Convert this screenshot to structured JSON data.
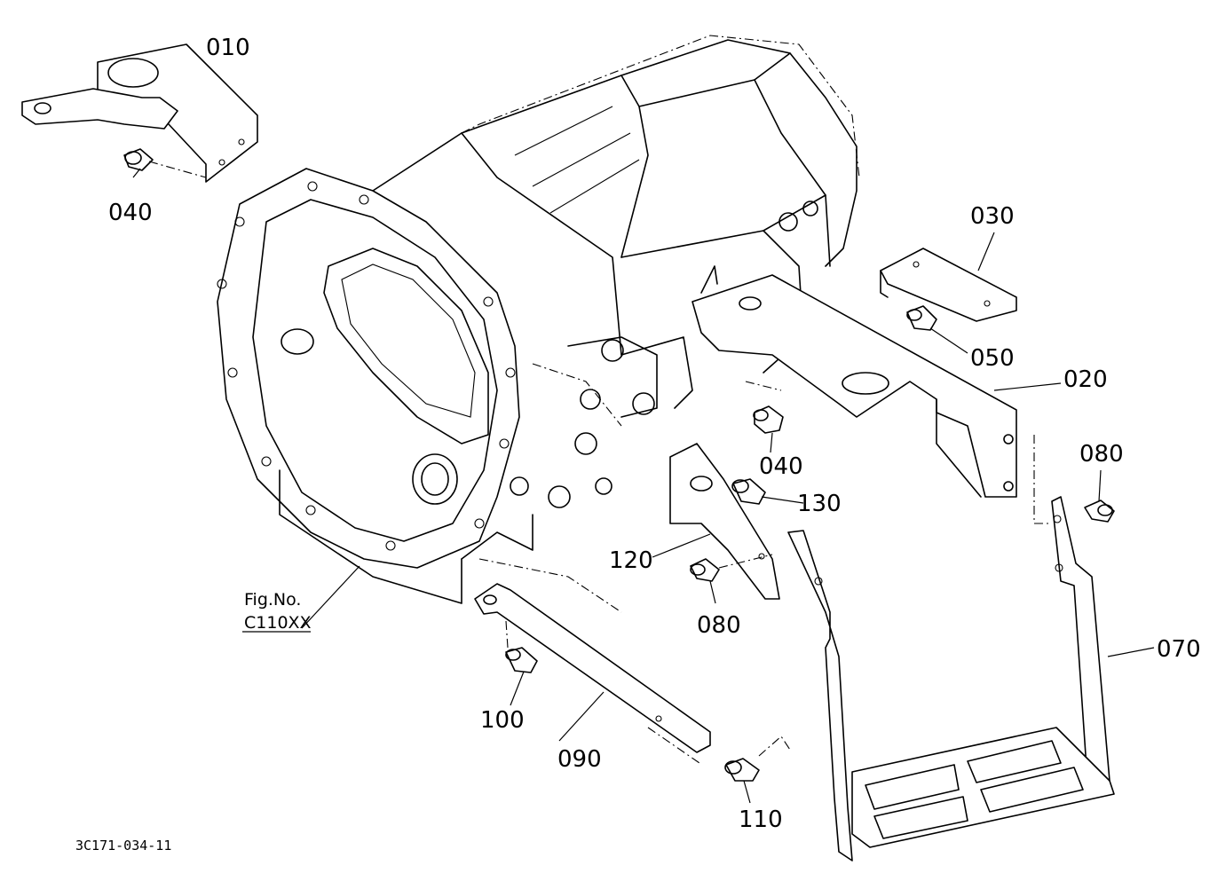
{
  "parts": {
    "p010": "010",
    "p020": "020",
    "p030": "030",
    "p040a": "040",
    "p040b": "040",
    "p050": "050",
    "p070": "070",
    "p080a": "080",
    "p080b": "080",
    "p090": "090",
    "p100": "100",
    "p110": "110",
    "p120": "120",
    "p130": "130"
  },
  "reference": {
    "fig_label": "Fig.No.",
    "fig_number": "C110XX"
  },
  "drawing_code": "3C171-034-11"
}
